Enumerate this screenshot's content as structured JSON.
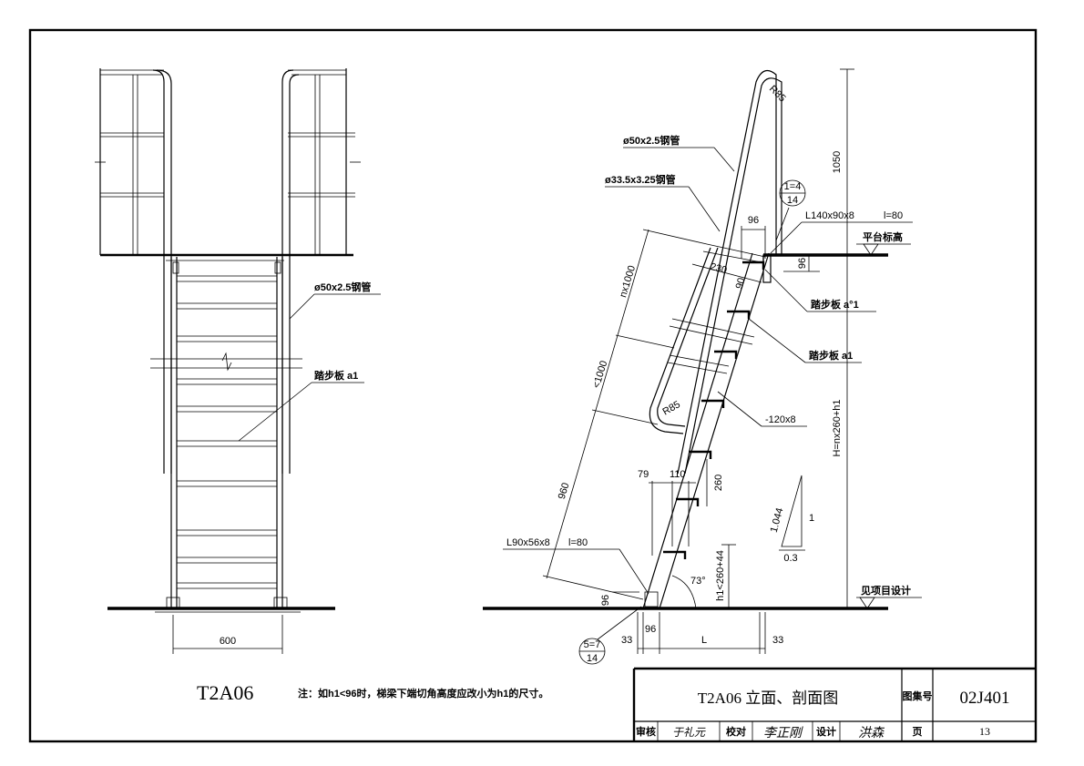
{
  "drawing": {
    "left_view_label": "T2A06",
    "note": "注：如h1<96时，梯梁下端切角高度应改小为h1的尺寸。",
    "left_callouts": {
      "steel_pipe": "ø50x2.5钢管",
      "tread": "踏步板 a1",
      "width_dim": "600"
    },
    "right_callouts": {
      "pipe_50": "ø50x2.5钢管",
      "pipe_33": "ø33.5x3.25钢管",
      "angle_top": "L140x90x8",
      "angle_top_len": "l=80",
      "platform_level": "平台标高",
      "tread_a1_prime": "踏步板 a°1",
      "tread_a1": "踏步板 a1",
      "flat_bar": "-120x8",
      "angle_bottom": "L90x56x8",
      "angle_bottom_len": "l=80",
      "project_design": "见项目设计",
      "radius_top": "R85",
      "radius_mid": "R85"
    },
    "dimensions": {
      "d1050": "1050",
      "d96_top": "96",
      "d96_right": "96",
      "d230": "230",
      "d90": "90",
      "nx1000": "nx1000",
      "lt1000": "<1000",
      "d960": "960",
      "d79": "79",
      "d110": "110",
      "d260": "260",
      "d96_bottom": "96",
      "d96_base": "96",
      "d33_left": "33",
      "d33_right": "33",
      "L": "L",
      "H": "H=nx260+h1",
      "h1": "h1<260+44",
      "angle": "73°",
      "slope_v": "1.044",
      "slope_h": "0.3",
      "slope_1": "1"
    },
    "detail_refs": {
      "top_num": "1=4",
      "top_sheet": "14",
      "bottom_num": "5=7",
      "bottom_sheet": "14"
    }
  },
  "title_block": {
    "title": "T2A06   立面、剖面图",
    "atlas_label": "图集号",
    "atlas_no": "02J401",
    "review_label": "审核",
    "check_label": "校对",
    "design_label": "设计",
    "page_label": "页",
    "page_no": "13"
  }
}
